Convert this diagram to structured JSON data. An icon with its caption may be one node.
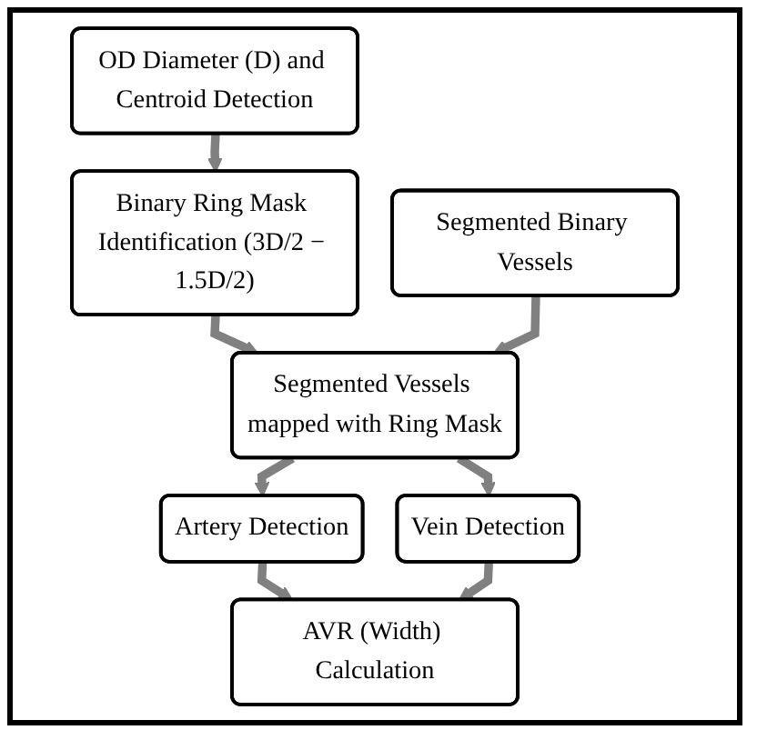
{
  "diagram": {
    "nodes": [
      {
        "text": [
          "OD Diameter (D) and Centroid Detection"
        ]
      },
      {
        "text": [
          "Binary Ring Mask Identification (3D/2 − 1.5D/2)"
        ]
      },
      {
        "text": [
          "Segmented Binary Vessels"
        ]
      },
      {
        "text": [
          "Segmented Vessels mapped with Ring Mask"
        ]
      },
      {
        "text": [
          "Artery Detection"
        ]
      },
      {
        "text": [
          "Vein Detection"
        ]
      },
      {
        "text": [
          "AVR (Width) Calculation"
        ]
      }
    ],
    "edges": [
      {
        "from": 0,
        "to": 1,
        "arrow": "to"
      },
      {
        "from": 1,
        "to": 3,
        "arrow": "to"
      },
      {
        "from": 2,
        "to": 3,
        "arrow": "to"
      },
      {
        "from": 3,
        "to": 4,
        "arrow": "to"
      },
      {
        "from": 3,
        "to": 5,
        "arrow": "to"
      },
      {
        "from": 4,
        "to": 6,
        "arrow": "to"
      },
      {
        "from": 5,
        "to": 6,
        "arrow": "to"
      }
    ]
  }
}
